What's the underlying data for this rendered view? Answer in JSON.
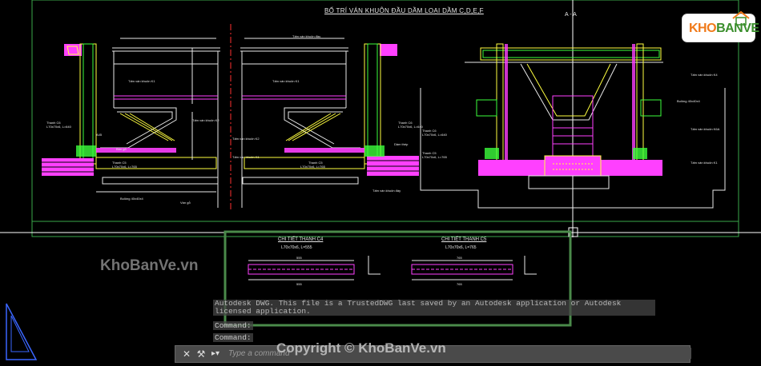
{
  "drawing": {
    "title": "BỐ TRÍ VÁN KHUÔN ĐẦU DẦM LOẠI DẦM C,D,E,F",
    "section_label": "A - A",
    "detail_c4_title": "CHI TIẾT THANH C4",
    "detail_c4_sub": "L70x70x6, L=555",
    "detail_c5_title": "CHI TIẾT THANH C5",
    "detail_c5_sub": "L70x70x6, L=765"
  },
  "watermarks": {
    "left": "KhoBanVe.vn",
    "copyright": "Copyright © KhoBanVe.vn"
  },
  "logo": {
    "text_orange": "KHO",
    "text_green": "BANVE"
  },
  "command_history": {
    "message": "Autodesk DWG.  This file is a TrustedDWG last saved by an Autodesk application or Autodesk licensed application.",
    "line1": "Command:",
    "line2": "Command:"
  },
  "command_bar": {
    "placeholder": "Type a command",
    "close_icon": "close-icon",
    "settings_icon": "wrench-icon",
    "prompt_icon": "command-prompt-icon"
  },
  "colors": {
    "background": "#000000",
    "frame": "#3aa84a",
    "green": "#3cff3c",
    "yellow": "#ffff40",
    "magenta": "#ff40ff",
    "cyan": "#40ffff",
    "white": "#e8e8e8",
    "red": "#ff3030"
  }
}
